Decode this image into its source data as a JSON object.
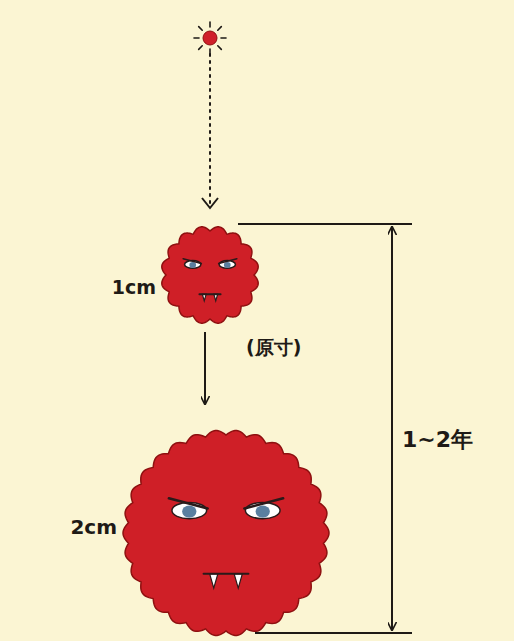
{
  "diagram": {
    "labels": [
      "1cm",
      "(原寸)",
      "2cm",
      "1~2年"
    ]
  }
}
